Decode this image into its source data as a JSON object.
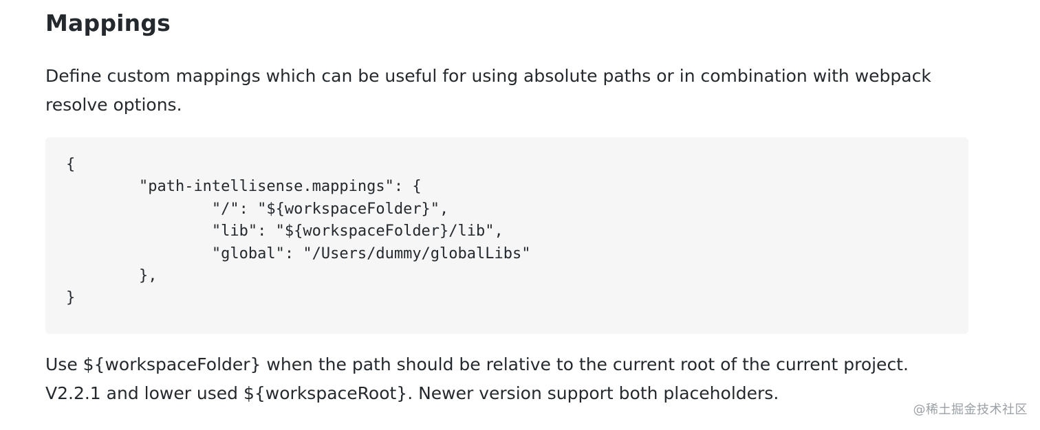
{
  "section": {
    "title": "Mappings",
    "intro": "Define custom mappings which can be useful for using absolute paths or in combination with webpack resolve options."
  },
  "code": {
    "lines": [
      "{",
      "\t\"path-intellisense.mappings\": {",
      "\t\t\"/\": \"${workspaceFolder}\",",
      "\t\t\"lib\": \"${workspaceFolder}/lib\",",
      "\t\t\"global\": \"/Users/dummy/globalLibs\"",
      "\t},",
      "}"
    ]
  },
  "note": "Use ${workspaceFolder} when the path should be relative to the current root of the current project. V2.2.1 and lower used ${workspaceRoot}. Newer version support both placeholders.",
  "watermark": "@稀土掘金技术社区"
}
